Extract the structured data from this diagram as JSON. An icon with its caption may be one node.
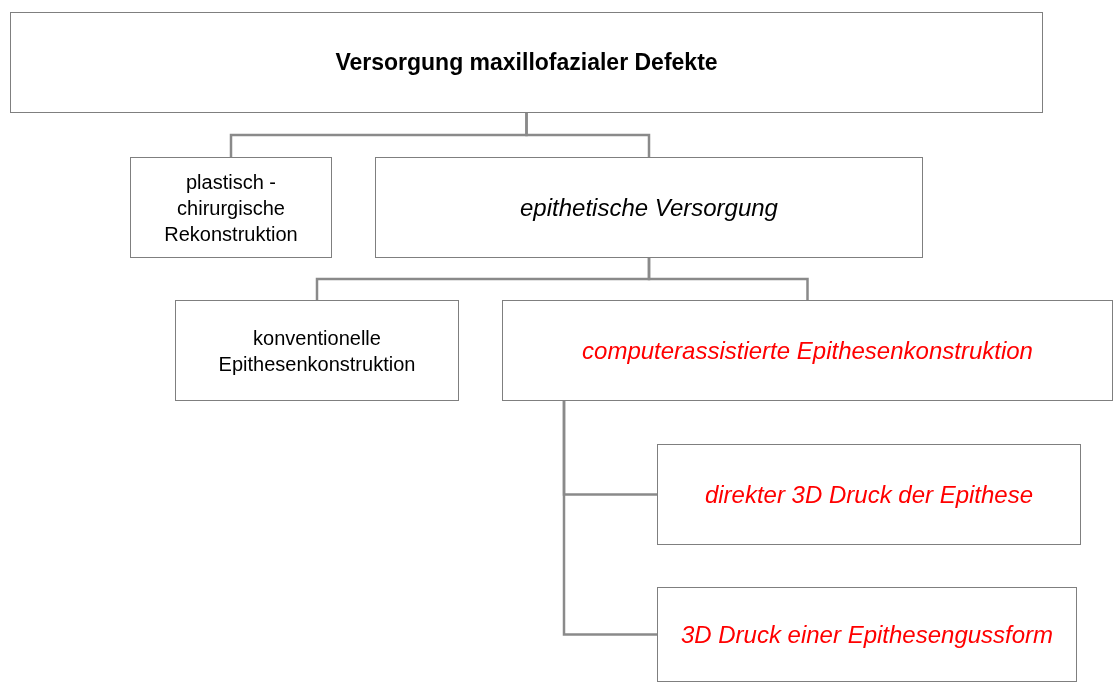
{
  "diagram": {
    "nodes": [
      {
        "text": [
          "Versorgung maxillofazialer Defekte"
        ]
      },
      {
        "text": [
          "plastisch - chirurgische Rekonstruktion"
        ]
      },
      {
        "text": [
          "epithetische Versorgung"
        ]
      },
      {
        "text": [
          "konventionelle Epithesenkonstruktion"
        ]
      },
      {
        "text": [
          "computerassistierte Epithesenkonstruktion"
        ]
      },
      {
        "text": [
          "direkter 3D Druck der Epithese"
        ]
      },
      {
        "text": [
          "3D Druck einer Epithesengussform"
        ]
      }
    ],
    "edges": [
      {
        "from": 0,
        "to": 1,
        "arrow": "none"
      },
      {
        "from": 0,
        "to": 2,
        "arrow": "none"
      },
      {
        "from": 2,
        "to": 3,
        "arrow": "none"
      },
      {
        "from": 2,
        "to": 4,
        "arrow": "none"
      },
      {
        "from": 4,
        "to": 5,
        "arrow": "none"
      },
      {
        "from": 4,
        "to": 6,
        "arrow": "none"
      }
    ]
  }
}
